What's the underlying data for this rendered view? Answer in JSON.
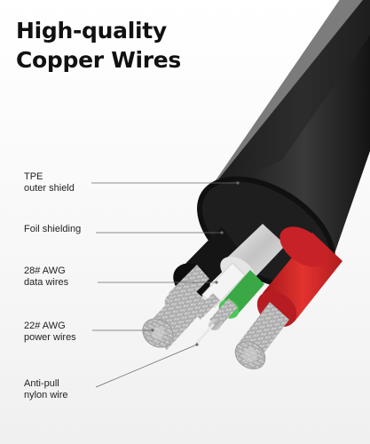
{
  "headline": {
    "line1": "High-quality",
    "line2": "Copper Wires"
  },
  "callouts": [
    {
      "line1": "TPE",
      "line2": "outer shield"
    },
    {
      "line1": "Foil shielding",
      "line2": ""
    },
    {
      "line1": "28# AWG",
      "line2": "data wires"
    },
    {
      "line1": "22# AWG",
      "line2": "power wires"
    },
    {
      "line1": "Anti-pull",
      "line2": "nylon wire"
    }
  ],
  "colors": {
    "jacket": "#1b1b1b",
    "power_red": "#d8262a",
    "data_green": "#3fb54a",
    "data_white": "#f2f2f2",
    "copper_strand": "#c9c9c9",
    "leader_line": "#6a6a6a"
  }
}
